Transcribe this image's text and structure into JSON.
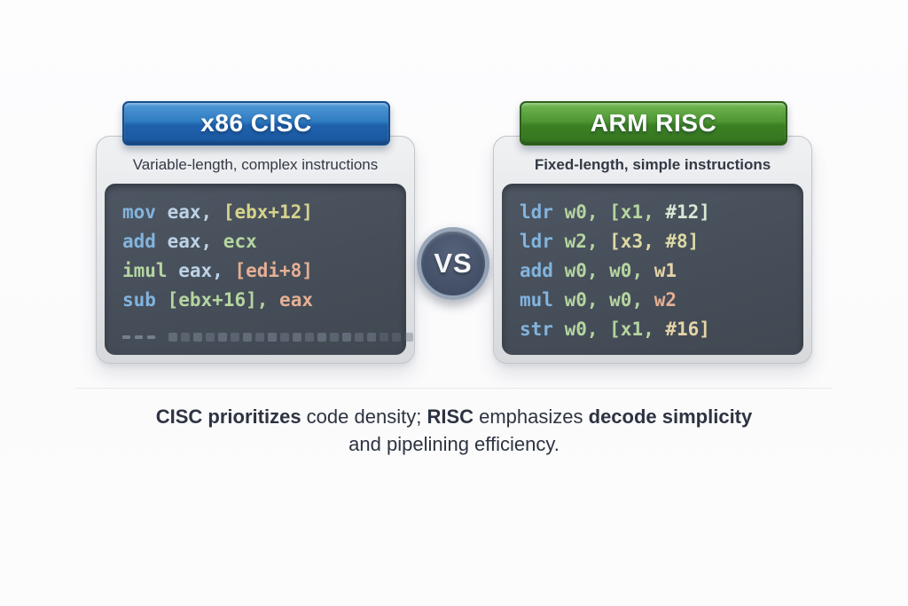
{
  "palette": {
    "kw": "#82b4de",
    "reg": "#bdd2e6",
    "yellow": "#d6d38c",
    "green": "#b5d5a0",
    "salmon": "#e5af94",
    "cream": "#e6d4a8",
    "pale": "#d9e8d4",
    "paleyellow": "#ded9a4"
  },
  "left_panel": {
    "header": {
      "label": "x86 CISC",
      "accent_top": "#539ad8",
      "accent_bottom": "#1b58a1"
    },
    "subtitle": "Variable-length, complex instructions",
    "code_lines": [
      [
        {
          "t": "mov",
          "c": "kw"
        },
        {
          "t": " eax, ",
          "c": "reg"
        },
        {
          "t": "[ebx+12]",
          "c": "yellow"
        }
      ],
      [
        {
          "t": "add",
          "c": "kw"
        },
        {
          "t": " eax, ",
          "c": "reg"
        },
        {
          "t": "ecx",
          "c": "green"
        }
      ],
      [
        {
          "t": "imul",
          "c": "green"
        },
        {
          "t": " eax, ",
          "c": "reg"
        },
        {
          "t": "[edi+8]",
          "c": "salmon"
        }
      ],
      [
        {
          "t": "sub",
          "c": "kw"
        },
        {
          "t": " ",
          "c": "reg"
        },
        {
          "t": "[ebx+16],",
          "c": "green"
        },
        {
          "t": " ",
          "c": "reg"
        },
        {
          "t": "eax",
          "c": "salmon"
        }
      ]
    ],
    "byte_row": {
      "dashes": 3,
      "squares": 20,
      "dash_color": "#747e8c",
      "square_color_a": "#626c79",
      "square_color_b": "#5a636f"
    }
  },
  "right_panel": {
    "header": {
      "label": "ARM RISC",
      "accent_top": "#72b854",
      "accent_bottom": "#357420"
    },
    "subtitle": "Fixed-length, simple instructions",
    "code_lines": [
      [
        {
          "t": "ldr",
          "c": "kw"
        },
        {
          "t": " w0, ",
          "c": "green"
        },
        {
          "t": "[x1, ",
          "c": "green"
        },
        {
          "t": "#12]",
          "c": "pale"
        }
      ],
      [
        {
          "t": "ldr",
          "c": "kw"
        },
        {
          "t": " w2, ",
          "c": "green"
        },
        {
          "t": "[x3, ",
          "c": "paleyellow"
        },
        {
          "t": "#8]",
          "c": "paleyellow"
        }
      ],
      [
        {
          "t": "add",
          "c": "kw"
        },
        {
          "t": " w0, ",
          "c": "green"
        },
        {
          "t": "w0, ",
          "c": "green"
        },
        {
          "t": "w1",
          "c": "cream"
        }
      ],
      [
        {
          "t": "mul",
          "c": "kw"
        },
        {
          "t": " w0, ",
          "c": "green"
        },
        {
          "t": "w0, ",
          "c": "green"
        },
        {
          "t": "w2",
          "c": "salmon"
        }
      ],
      [
        {
          "t": "str",
          "c": "kw"
        },
        {
          "t": " w0, ",
          "c": "green"
        },
        {
          "t": "[x1, ",
          "c": "green"
        },
        {
          "t": "#16]",
          "c": "cream"
        }
      ]
    ]
  },
  "vs_badge": {
    "label": "VS"
  },
  "caption": {
    "line1": [
      {
        "t": "CISC prioritizes",
        "b": true
      },
      {
        "t": " code density; ",
        "b": false
      },
      {
        "t": "RISC",
        "b": true
      },
      {
        "t": " emphasizes ",
        "b": false
      },
      {
        "t": "decode simplicity",
        "b": true
      }
    ],
    "line2": "and pipelining efficiency."
  }
}
